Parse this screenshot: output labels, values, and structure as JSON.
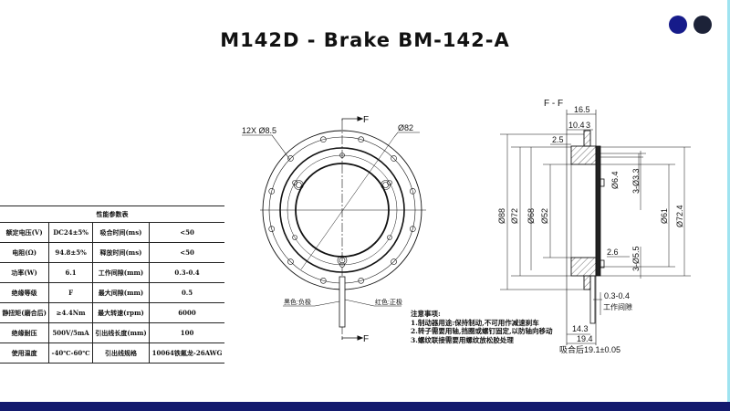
{
  "title": "M142D - Brake BM-142-A",
  "colors": {
    "dot1": "#161b8a",
    "dot2": "#1c2238",
    "bar": "#141a6e"
  },
  "table": {
    "caption": "性能参数表",
    "rows": [
      [
        "额定电压(V)",
        "DC24±5%",
        "吸合时间(ms)",
        "<50"
      ],
      [
        "电阻(Ω)",
        "94.8±5%",
        "释放时间(ms)",
        "<50"
      ],
      [
        "功率(W)",
        "6.1",
        "工作间隙(mm)",
        "0.3-0.4"
      ],
      [
        "绝缘等级",
        "F",
        "最大间隙(mm)",
        "0.5"
      ],
      [
        "静扭矩(磨合后)",
        "≥4.4Nm",
        "最大转速(rpm)",
        "6000"
      ],
      [
        "绝缘耐压",
        "500V/5mA",
        "引出线长度(mm)",
        "100"
      ],
      [
        "使用温度",
        "-40℃-60℃",
        "引出线规格",
        "10064铁氟龙-26AWG"
      ]
    ]
  },
  "front": {
    "holes": "12X  Ø8.5",
    "dia": "Ø82",
    "section_top": "F",
    "section_bottom": "F",
    "black": "黑色:负极",
    "red": "红色:正极"
  },
  "section": {
    "title": "F - F",
    "d165": "16.5",
    "d104": "10.4",
    "d3": "3",
    "d25": "2.5",
    "d88": "Ø88",
    "d72": "Ø72",
    "d68": "Ø68",
    "d52": "Ø52",
    "d64": "Ø6.4",
    "d33": "3-Ø3.3",
    "d61": "Ø61",
    "d724": "Ø72.4",
    "d55": "3-Ø5.5",
    "d26": "2.6",
    "gap": "0.3-0.4",
    "gap_label": "工作间隙",
    "d143": "14.3",
    "d194": "19.4",
    "after": "吸合后19.1±0.05"
  },
  "notes": {
    "heading": "注意事项:",
    "items": [
      "1.制动器用途:保持制动,不可用作减速刹车",
      "2.转子需要用轴,挡圈或螺钉固定,以防轴向移动",
      "3.螺纹联接需要用螺纹放松胶处理"
    ]
  }
}
